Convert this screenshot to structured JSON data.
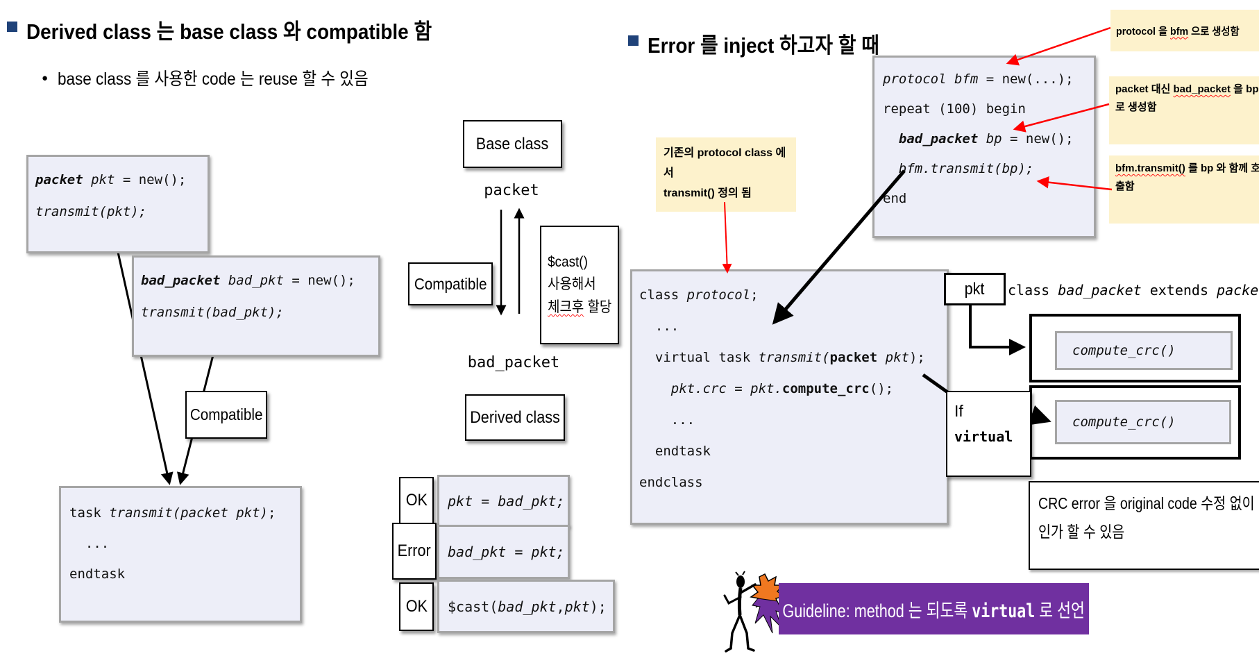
{
  "colors": {
    "accent_blue": "#1F4279",
    "code_box_bg": "#EDEEF8",
    "callout_bg": "#FDF2CC",
    "banner_bg": "#7030A0",
    "arrow_red": "#FF0000",
    "mascot_orange": "#F07820",
    "mascot_purple": "#7030A0"
  },
  "left": {
    "title": "Derived class 는 base class 와 compatible 함",
    "bullet_dot": "●",
    "bullet": "base class 를 사용한 code 는 reuse 할 수 있음",
    "code_new_packet": {
      "lines": [
        [
          {
            "t": "packet",
            "c": "b i"
          },
          {
            "t": " pkt",
            "c": "i"
          },
          {
            "t": " = ",
            "c": ""
          },
          {
            "t": "new();",
            "c": ""
          }
        ],
        [
          {
            "t": "transmit(pkt);",
            "c": "i"
          }
        ]
      ]
    },
    "code_new_bad_packet": {
      "lines": [
        [
          {
            "t": "bad_packet",
            "c": "b i"
          },
          {
            "t": " bad_pkt",
            "c": "i"
          },
          {
            "t": " = new();",
            "c": ""
          }
        ],
        [
          {
            "t": "transmit(bad_pkt);",
            "c": "i"
          }
        ]
      ]
    },
    "compatible_label": "Compatible",
    "code_task": {
      "lines": [
        [
          {
            "t": "task ",
            "c": ""
          },
          {
            "t": "transmit(packet pkt)",
            "c": "i"
          },
          {
            "t": ";",
            "c": ""
          }
        ],
        [
          {
            "t": "  ...",
            "c": ""
          }
        ],
        [
          {
            "t": "endtask",
            "c": ""
          }
        ]
      ]
    }
  },
  "middle": {
    "base_class_label": "Base class",
    "packet_label": "packet",
    "compatible_label": "Compatible",
    "cast_note": {
      "line1": "$cast()",
      "line2": "사용해서",
      "line3": [
        {
          "t": "체크후",
          "c": "wavy"
        },
        {
          "t": " 할당",
          "c": ""
        }
      ]
    },
    "bad_packet_label": "bad_packet",
    "derived_class_label": "Derived class",
    "rows": [
      {
        "verdict": "OK",
        "code": [
          {
            "t": "pkt = bad_pkt;",
            "c": "i"
          }
        ]
      },
      {
        "verdict": "Error",
        "code": [
          {
            "t": "bad_pkt = pkt;",
            "c": "i"
          }
        ]
      },
      {
        "verdict": "OK",
        "code": [
          {
            "t": "$cast(",
            "c": ""
          },
          {
            "t": "bad_pkt",
            "c": "i"
          },
          {
            "t": ", ",
            "c": ""
          },
          {
            "t": "pkt",
            "c": "i"
          },
          {
            "t": ");",
            "c": ""
          }
        ]
      }
    ]
  },
  "right": {
    "title": "Error 를 inject 하고자 할 때",
    "code_bfm": {
      "lines": [
        [
          {
            "t": "protocol bfm",
            "c": "i"
          },
          {
            "t": " = new(...);",
            "c": ""
          }
        ],
        [
          {
            "t": "repeat (100) begin",
            "c": ""
          }
        ],
        [
          {
            "t": "  ",
            "c": ""
          },
          {
            "t": "bad_packet",
            "c": "b i"
          },
          {
            "t": " bp",
            "c": "i"
          },
          {
            "t": " = new();",
            "c": ""
          }
        ],
        [
          {
            "t": "  ",
            "c": ""
          },
          {
            "t": "bfm.transmit(bp);",
            "c": "i"
          }
        ],
        [
          {
            "t": "end",
            "c": ""
          }
        ]
      ]
    },
    "callout_protocol": [
      {
        "t": "protocol 을 ",
        "c": ""
      },
      {
        "t": "bfm",
        "c": "wavy"
      },
      {
        "t": " 으로 생성함",
        "c": ""
      }
    ],
    "callout_bad_packet": [
      {
        "t": "packet 대신 ",
        "c": ""
      },
      {
        "t": "bad_packet",
        "c": "wavy"
      },
      {
        "t": " 을 bp 로 생성함",
        "c": ""
      }
    ],
    "callout_transmit": [
      {
        "t": "bfm.transmit()",
        "c": "wavy"
      },
      {
        "t": " 를 bp 와 함께 호출함",
        "c": ""
      }
    ],
    "note_protocol_class": {
      "line1": "기존의 protocol class 에서",
      "line2": "transmit() 정의 됨"
    },
    "code_protocol_class": {
      "lines": [
        [
          {
            "t": "class ",
            "c": ""
          },
          {
            "t": "protocol",
            "c": "i"
          },
          {
            "t": ";",
            "c": ""
          }
        ],
        [
          {
            "t": "  ...",
            "c": ""
          }
        ],
        [
          {
            "t": "  virtual task ",
            "c": ""
          },
          {
            "t": "transmit(",
            "c": "i"
          },
          {
            "t": "packet",
            "c": "b"
          },
          {
            "t": " pkt",
            "c": "i"
          },
          {
            "t": ");",
            "c": ""
          }
        ],
        [
          {
            "t": "    ",
            "c": ""
          },
          {
            "t": "pkt.crc = pkt.",
            "c": "i"
          },
          {
            "t": "compute_crc",
            "c": "b"
          },
          {
            "t": "();",
            "c": ""
          }
        ],
        [
          {
            "t": "    ...",
            "c": ""
          }
        ],
        [
          {
            "t": "  endtask",
            "c": ""
          }
        ],
        [
          {
            "t": "endclass",
            "c": ""
          }
        ]
      ]
    },
    "pkt_label": "pkt",
    "extends_line": [
      {
        "t": "class ",
        "c": ""
      },
      {
        "t": "bad_packet",
        "c": "i"
      },
      {
        "t": " extends ",
        "c": ""
      },
      {
        "t": "packet",
        "c": "i"
      },
      {
        "t": ";",
        "c": ""
      }
    ],
    "compute_crc_base": [
      {
        "t": "compute_crc()",
        "c": "i"
      }
    ],
    "compute_crc_derived": [
      {
        "t": "compute_crc()",
        "c": "i"
      }
    ],
    "if_virtual": {
      "line1": "If",
      "line2": "virtual"
    },
    "crc_note": {
      "line1": "CRC error 을 original code 수정 없이",
      "line2": "인가 할 수 있음"
    },
    "guideline": [
      {
        "t": "Guideline: method 는 되도록 ",
        "c": ""
      },
      {
        "t": "virtual",
        "c": "mono b"
      },
      {
        "t": " 로 선언",
        "c": ""
      }
    ]
  }
}
